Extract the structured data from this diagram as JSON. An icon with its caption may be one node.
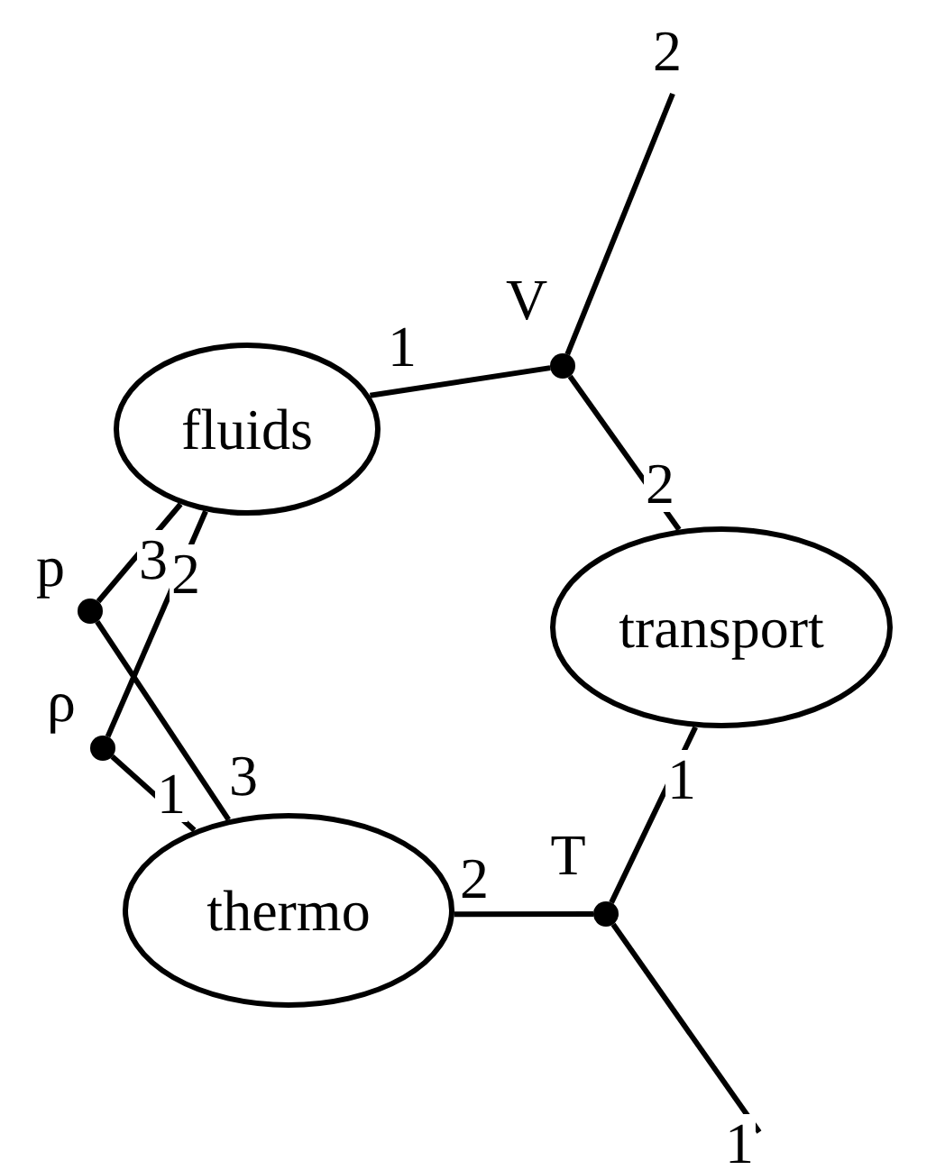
{
  "diagram": {
    "nodes": [
      {
        "text": [
          "fluids"
        ]
      },
      {
        "text": [
          "transport"
        ]
      },
      {
        "text": [
          "thermo"
        ]
      },
      {
        "text": [],
        "shape": "circle",
        "beside": [
          "V"
        ]
      },
      {
        "text": [],
        "shape": "circle",
        "beside": [
          "p"
        ]
      },
      {
        "text": [],
        "shape": "circle",
        "beside": [
          "ρ"
        ]
      },
      {
        "text": [],
        "shape": "circle",
        "beside": [
          "T"
        ]
      }
    ],
    "edges": [
      {
        "from": 0,
        "to": 3,
        "arrow": "none",
        "label": "1"
      },
      {
        "from": 3,
        "to": null,
        "arrow": "none",
        "label": "2"
      },
      {
        "from": 3,
        "to": 1,
        "arrow": "none",
        "label": "2"
      },
      {
        "from": 1,
        "to": 6,
        "arrow": "none",
        "label": "1"
      },
      {
        "from": 2,
        "to": 6,
        "arrow": "none",
        "label": "2"
      },
      {
        "from": 6,
        "to": null,
        "arrow": "none",
        "label": "1"
      },
      {
        "from": 0,
        "to": 4,
        "arrow": "none",
        "label": "3"
      },
      {
        "from": 4,
        "to": 2,
        "arrow": "none",
        "label": "3"
      },
      {
        "from": 0,
        "to": 5,
        "arrow": "none",
        "label": "2"
      },
      {
        "from": 5,
        "to": 2,
        "arrow": "none",
        "label": "1"
      }
    ]
  }
}
